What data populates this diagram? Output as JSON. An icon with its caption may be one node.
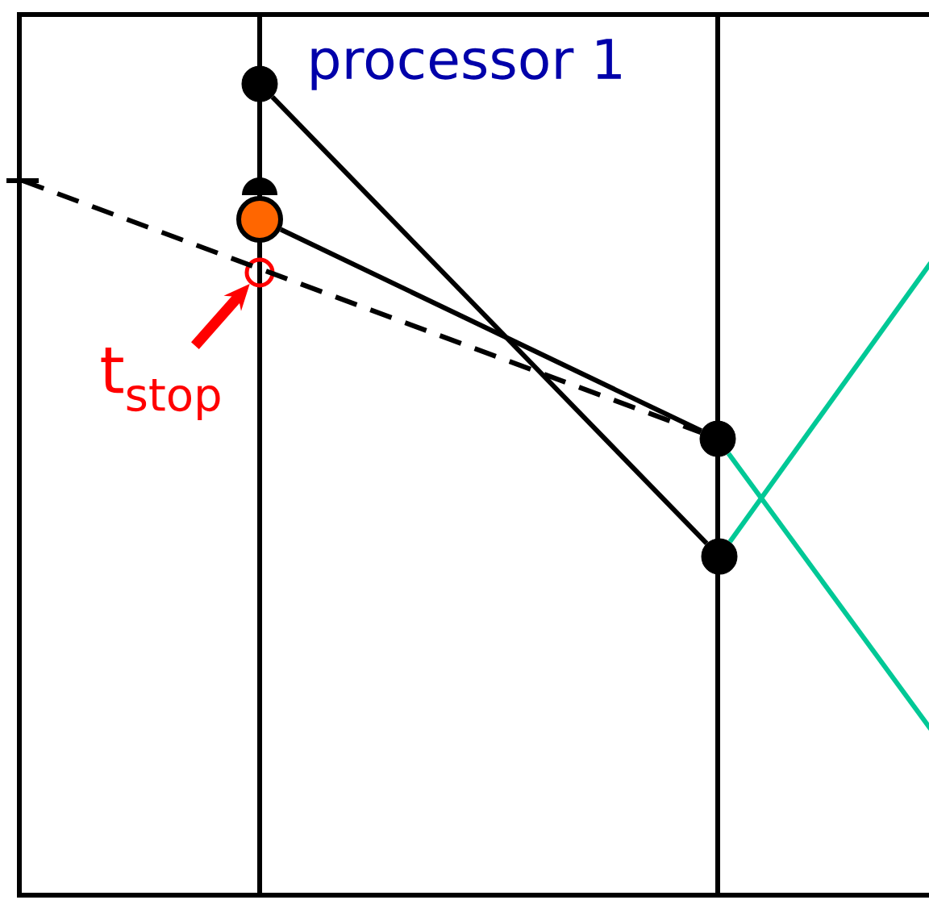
{
  "diagram": {
    "nodes": [
      {
        "text": [],
        "shape": "circle"
      },
      {
        "text": [],
        "shape": "circle"
      },
      {
        "text": [],
        "shape": "circle"
      },
      {
        "text": [],
        "shape": "circle"
      },
      {
        "text": [],
        "shape": "circle"
      },
      {
        "text": [],
        "shape": "circle"
      },
      {
        "text": [
          "t$_{stop}$"
        ]
      }
    ],
    "edges": [
      {
        "from": 0,
        "to": 5,
        "arrow": "none"
      },
      {
        "from": 2,
        "to": 4,
        "arrow": "none"
      },
      {
        "from": null,
        "to": 4,
        "arrow": "none",
        "style": "dashed"
      },
      {
        "from": 4,
        "to": null,
        "arrow": "none",
        "color": "#00c896"
      },
      {
        "from": 5,
        "to": null,
        "arrow": "none",
        "color": "#00c896"
      },
      {
        "from": 6,
        "to": 3,
        "arrow": "to",
        "style": "thick",
        "color": "#ff0000"
      }
    ],
    "labels": [
      "processor 1"
    ]
  }
}
